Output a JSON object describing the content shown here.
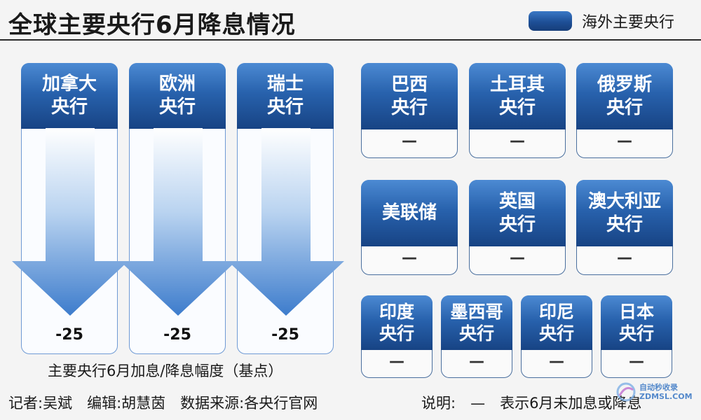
{
  "title": "全球主要央行6月降息情况",
  "legend": {
    "label": "海外主要央行",
    "color": "#2862ad"
  },
  "cuts": [
    {
      "name_line1": "加拿大",
      "name_line2": "央行",
      "value": "-25"
    },
    {
      "name_line1": "欧洲",
      "name_line2": "央行",
      "value": "-25"
    },
    {
      "name_line1": "瑞士",
      "name_line2": "央行",
      "value": "-25"
    }
  ],
  "cuts_caption": "主要央行6月加息/降息幅度（基点）",
  "others": [
    {
      "name_line1": "巴西",
      "name_line2": "央行",
      "value": "—"
    },
    {
      "name_line1": "土耳其",
      "name_line2": "央行",
      "value": "—"
    },
    {
      "name_line1": "俄罗斯",
      "name_line2": "央行",
      "value": "—"
    },
    {
      "name_line1": "美联储",
      "name_line2": "",
      "value": "—"
    },
    {
      "name_line1": "英国",
      "name_line2": "央行",
      "value": "—"
    },
    {
      "name_line1": "澳大利亚",
      "name_line2": "央行",
      "value": "—"
    },
    {
      "name_line1": "印度",
      "name_line2": "央行",
      "value": "—"
    },
    {
      "name_line1": "墨西哥",
      "name_line2": "央行",
      "value": "—"
    },
    {
      "name_line1": "印尼",
      "name_line2": "央行",
      "value": "—"
    },
    {
      "name_line1": "日本",
      "name_line2": "央行",
      "value": "—"
    }
  ],
  "footer": {
    "credits": "记者:吴斌　编辑:胡慧茵　数据来源:各央行官网",
    "note": "说明:　—　表示6月未加息或降息"
  },
  "watermark": {
    "line1": "自动秒收录",
    "line2": "ZDMSL.COM"
  }
}
